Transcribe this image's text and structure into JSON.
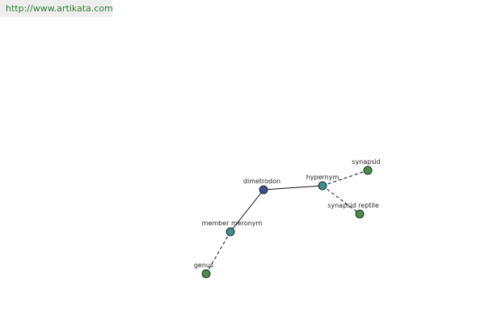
{
  "header": {
    "url": "http://www.artikata.com"
  },
  "graph": {
    "nodes": [
      {
        "id": "dimetrodon",
        "label": "dimetrodon",
        "color": "#3b4f8c"
      },
      {
        "id": "hypernym",
        "label": "hypernym",
        "color": "#3d8f8f"
      },
      {
        "id": "member-meronym",
        "label": "member meronym",
        "color": "#3d8f8f"
      },
      {
        "id": "synapsid",
        "label": "synapsid",
        "color": "#4a8c4a"
      },
      {
        "id": "synapsid-reptile",
        "label": "synapsid reptile",
        "color": "#4a8c4a"
      },
      {
        "id": "genus",
        "label": "genus",
        "color": "#4a8c4a"
      }
    ],
    "edges": [
      {
        "from": "dimetrodon",
        "to": "hypernym",
        "style": "solid"
      },
      {
        "from": "dimetrodon",
        "to": "member-meronym",
        "style": "solid"
      },
      {
        "from": "hypernym",
        "to": "synapsid",
        "style": "dashed"
      },
      {
        "from": "hypernym",
        "to": "synapsid-reptile",
        "style": "dashed"
      },
      {
        "from": "member-meronym",
        "to": "genus",
        "style": "dashed"
      }
    ]
  }
}
